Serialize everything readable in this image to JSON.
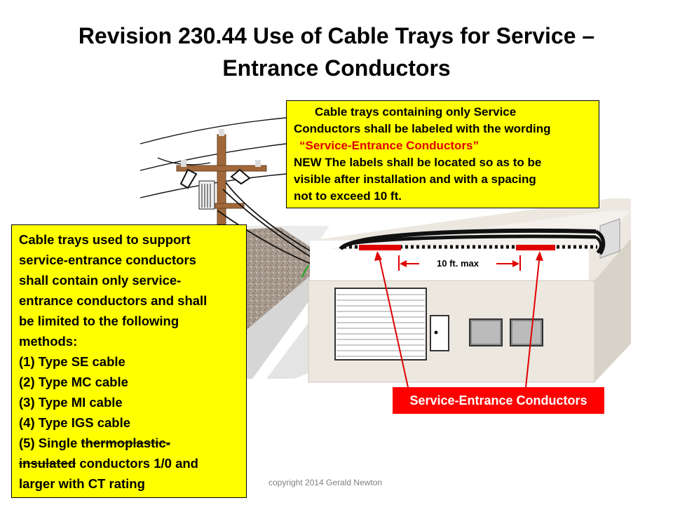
{
  "title": {
    "line1": "Revision 230.44 Use of Cable Trays for Service –",
    "line2": "Entrance Conductors"
  },
  "top_note": {
    "line1": "Cable trays containing only Service",
    "line2": "Conductors shall be labeled with the wording",
    "line3": "“Service-Entrance Conductors”",
    "line4": "NEW  The labels shall be located so as to be",
    "line5": "visible after installation and with a spacing",
    "line6": "not to exceed 10 ft."
  },
  "left_note": {
    "lines": [
      "Cable trays used to support",
      "service-entrance conductors",
      "shall contain only service-",
      "entrance conductors and shall",
      "be limited to the following",
      "methods:",
      "(1) Type SE cable",
      "(2) Type MC cable",
      "(3) Type MI cable",
      "(4) Type IGS cable"
    ],
    "item5_start": "(5) Single ",
    "item5_strike1": "thermoplastic-",
    "item5_strike2": "insulated",
    "item5_rest": " conductors 1/0 and",
    "item5_last": "larger with CT rating"
  },
  "spacing_label": "10 ft. max",
  "sec_label": "Service-Entrance Conductors",
  "copyright": "copyright 2014 Gerald Newton",
  "colors": {
    "note_yellow": "#ffff00",
    "label_red": "#ff0000",
    "callout_red": "#e00000",
    "pole_brown": "#a0683a"
  },
  "icons": {
    "utility_pole": "utility-pole-icon",
    "building": "building-icon",
    "cable_tray": "cable-tray-icon"
  }
}
